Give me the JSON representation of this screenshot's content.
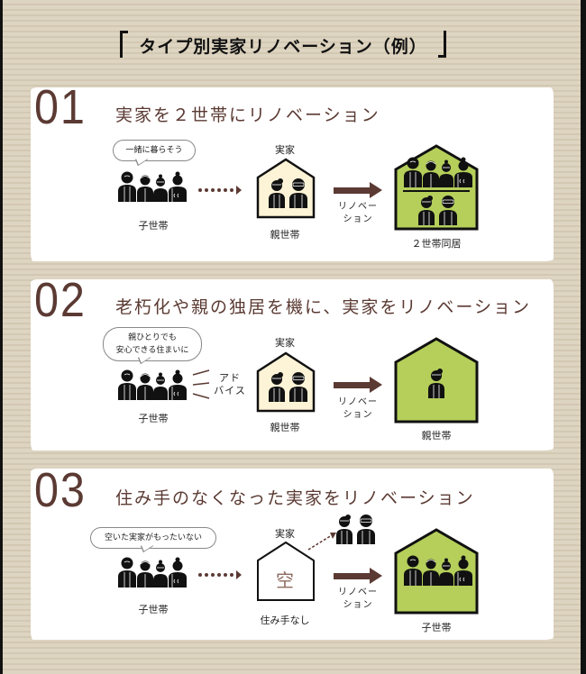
{
  "title": "タイプ別実家リノベーション（例）",
  "colors": {
    "accent_brown": "#5b3a33",
    "house_green": "#b5cf5a",
    "house_cream": "#fdf3d6",
    "ink": "#111111"
  },
  "cases": [
    {
      "number": "01",
      "heading": "実家を２世帯にリノベーション",
      "bubble": "一緒に暮らそう",
      "child_label": "子世帯",
      "house_top_label": "実家",
      "parent_label": "親世帯",
      "renovation_label_1": "リノベー",
      "renovation_label_2": "ション",
      "result_label": "２世帯同居",
      "icons": [
        "family-icon",
        "dotted-arrow-icon",
        "house-parents-icon",
        "renovation-arrow-icon",
        "two-generation-house-icon"
      ]
    },
    {
      "number": "02",
      "heading": "老朽化や親の独居を機に、実家をリノベーション",
      "bubble_line1": "親ひとりでも",
      "bubble_line2": "安心できる住まいに",
      "child_label": "子世帯",
      "advice_line1": "アド",
      "advice_line2": "バイス",
      "house_top_label": "実家",
      "parent_label": "親世帯",
      "renovation_label_1": "リノベー",
      "renovation_label_2": "ション",
      "result_label": "親世帯",
      "icons": [
        "family-icon",
        "advice-lines-icon",
        "house-parents-icon",
        "renovation-arrow-icon",
        "single-parent-house-icon"
      ]
    },
    {
      "number": "03",
      "heading": "住み手のなくなった実家をリノベーション",
      "bubble": "空いた実家がもったいない",
      "child_label": "子世帯",
      "house_top_label": "実家",
      "empty_char": "空",
      "house_bottom_label": "住み手なし",
      "renovation_label_1": "リノベー",
      "renovation_label_2": "ション",
      "result_label": "子世帯",
      "icons": [
        "family-icon",
        "dotted-arrow-icon",
        "empty-house-icon",
        "parents-moving-out-icon",
        "renovation-arrow-icon",
        "child-family-house-icon"
      ]
    }
  ]
}
